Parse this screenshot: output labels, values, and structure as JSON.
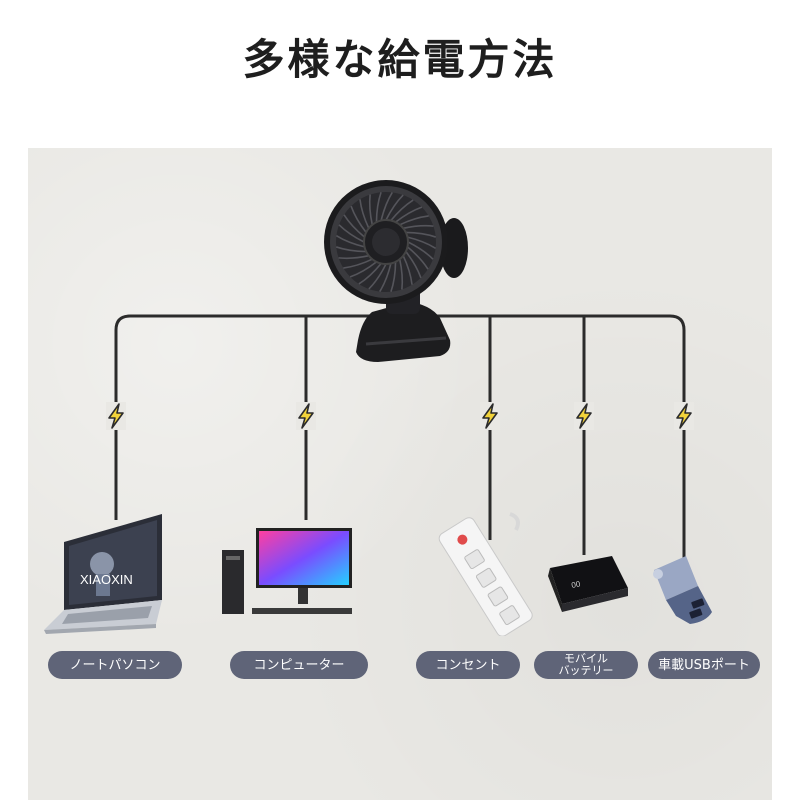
{
  "title": "多様な給電方法",
  "laptop_screen_text": "XIAOXIN",
  "sources": [
    {
      "id": "laptop",
      "label": "ノートパソコン"
    },
    {
      "id": "computer",
      "label": "コンピューター"
    },
    {
      "id": "outlet",
      "label": "コンセント"
    },
    {
      "id": "battery",
      "label_line1": "モバイル",
      "label_line2": "バッテリー"
    },
    {
      "id": "car",
      "label": "車載USBポート"
    }
  ],
  "colors": {
    "label_bg": "#5f6478",
    "wire": "#2b2b2b",
    "bolt": "#f2d33a",
    "panel": "#e9e8e4"
  },
  "icons": [
    "lightning-bolt-icon",
    "fan",
    "laptop",
    "desktop-computer",
    "power-strip",
    "power-bank",
    "car-charger"
  ]
}
